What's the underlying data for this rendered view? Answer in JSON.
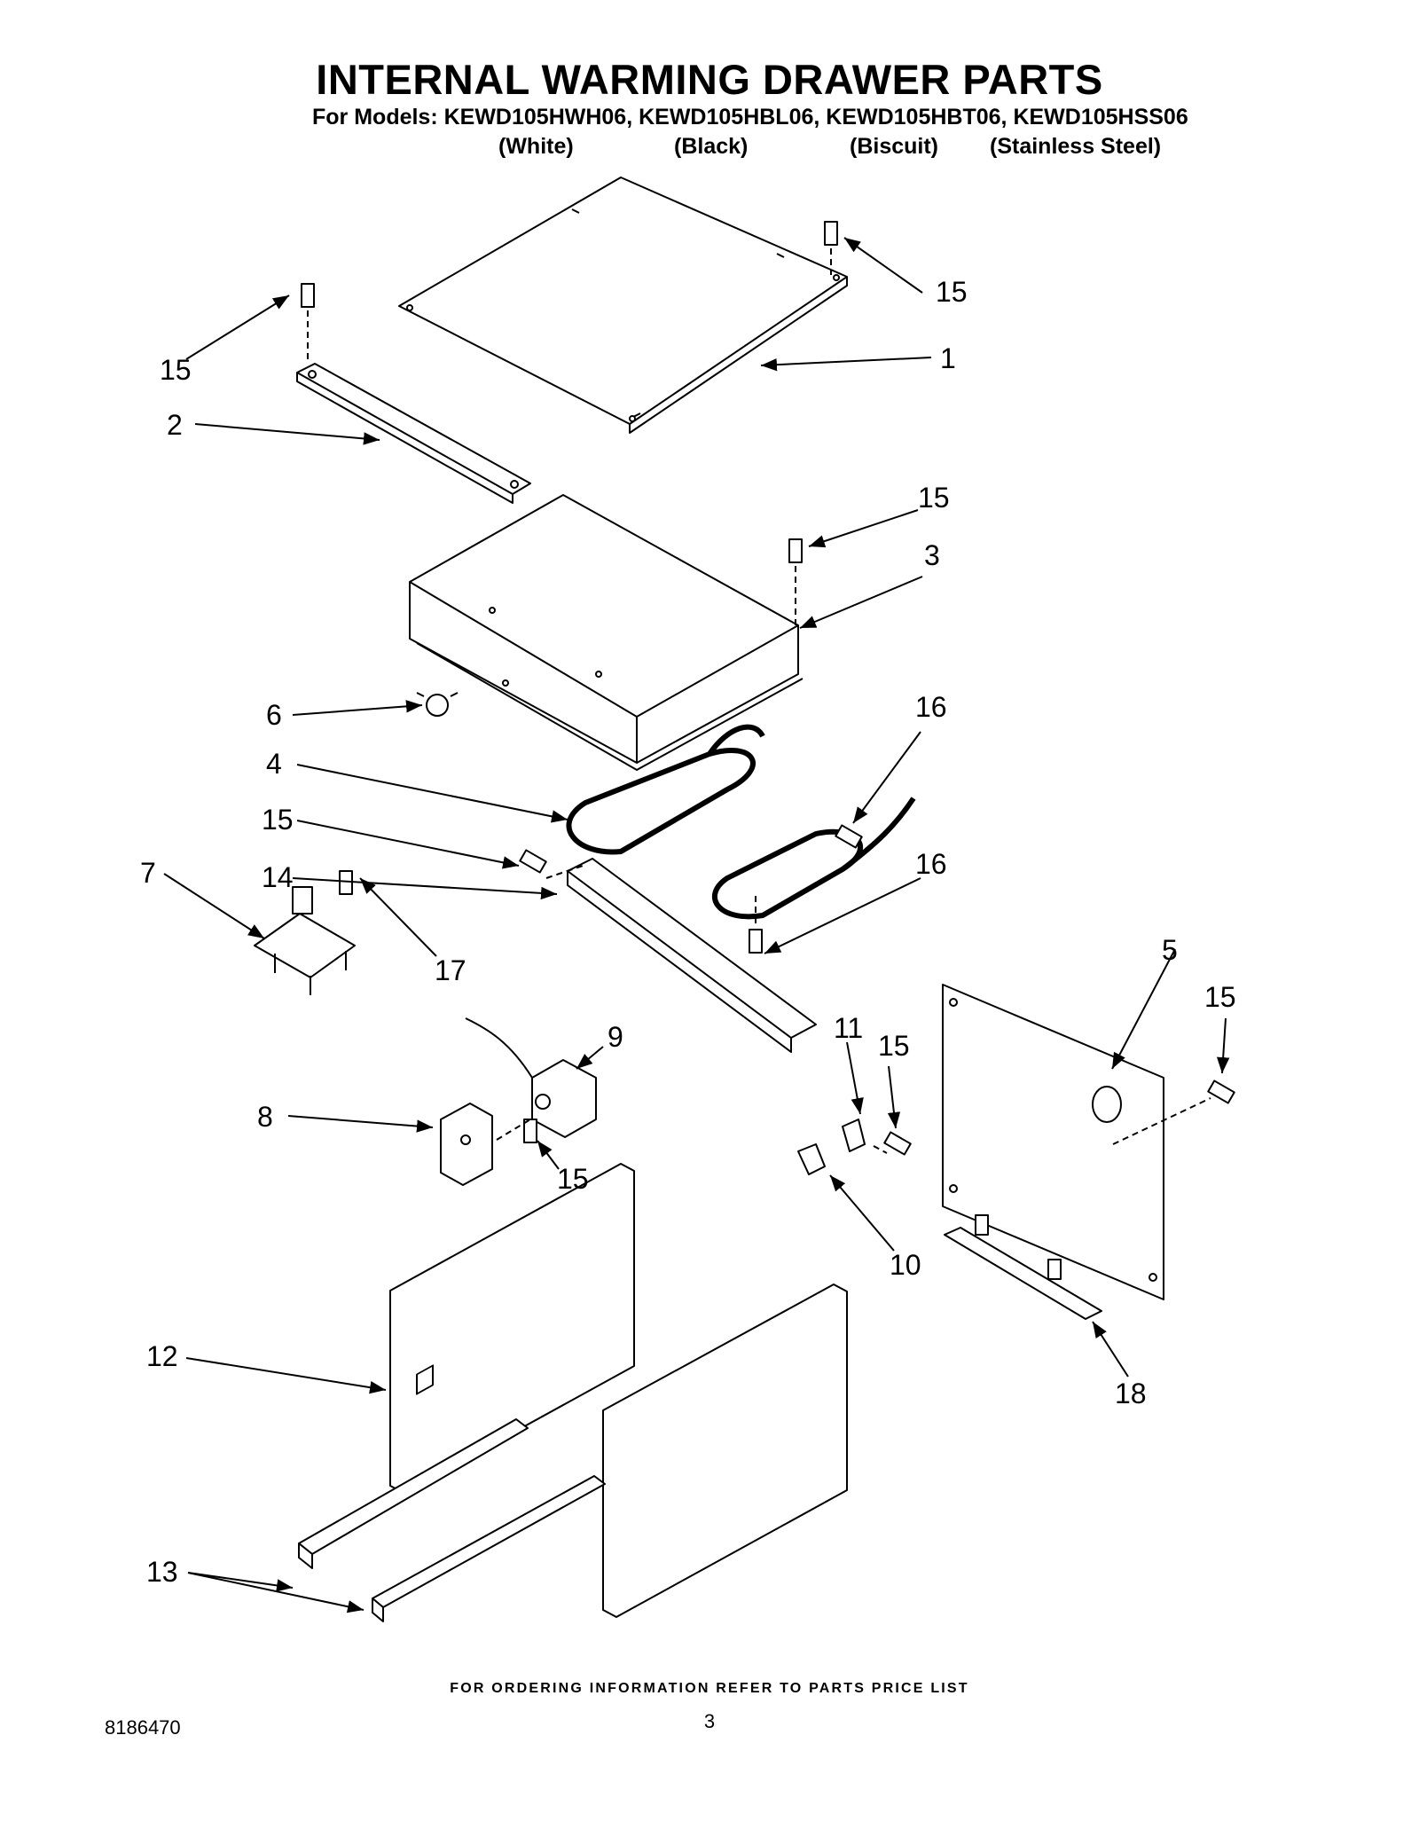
{
  "header": {
    "title": "INTERNAL WARMING DRAWER PARTS",
    "models_line": "For Models: KEWD105HWH06, KEWD105HBL06, KEWD105HBT06, KEWD105HSS06",
    "colors": [
      "(White)",
      "(Black)",
      "(Biscuit)",
      "(Stainless Steel)"
    ]
  },
  "callouts": {
    "c1": "1",
    "c2": "2",
    "c3": "3",
    "c4": "4",
    "c5": "5",
    "c6": "6",
    "c7": "7",
    "c8": "8",
    "c9": "9",
    "c10": "10",
    "c11": "11",
    "c12": "12",
    "c13": "13",
    "c14": "14",
    "c15a": "15",
    "c15b": "15",
    "c15c": "15",
    "c15d": "15",
    "c15e": "15",
    "c15f": "15",
    "c15g": "15",
    "c16a": "16",
    "c16b": "16",
    "c17": "17",
    "c18": "18"
  },
  "footer": {
    "ordering": "FOR ORDERING INFORMATION REFER TO PARTS PRICE LIST",
    "doc_number": "8186470",
    "page": "3"
  }
}
